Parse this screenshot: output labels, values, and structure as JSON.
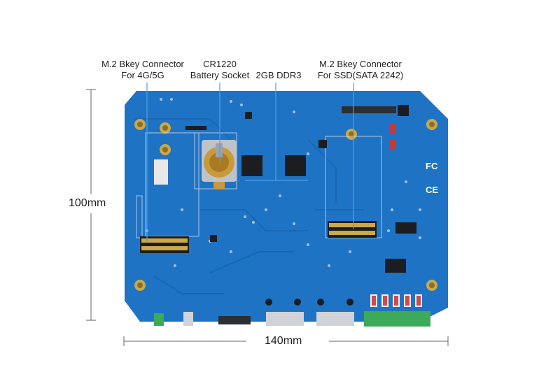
{
  "callouts": {
    "m2_4g": {
      "line1": "M.2 Bkey Connector",
      "line2": "For 4G/5G"
    },
    "cr1220": {
      "line1": "CR1220",
      "line2": "Battery Socket"
    },
    "ddr3": {
      "line1": "2GB DDR3"
    },
    "m2_ssd": {
      "line1": "M.2 Bkey Connector",
      "line2": "For SSD(SATA 2242)"
    }
  },
  "dimensions": {
    "height": "100mm",
    "width": "140mm"
  },
  "board_markings": {
    "fc": "FC",
    "ce": "CE"
  },
  "colors": {
    "pcb": "#1f73c4",
    "pcb_dark": "#14599c",
    "gold": "#c9a94a",
    "terminal_green": "#3daa5a"
  }
}
